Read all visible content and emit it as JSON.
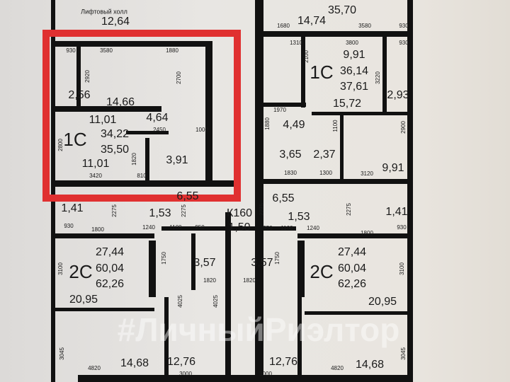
{
  "title": "Лифтовый холл",
  "hall_area": "12,64",
  "watermark": "#ЛичныйРиэлтор",
  "highlight_color": "#e03030",
  "top_apt": {
    "total": "35,70",
    "room": "14,74",
    "d1": "1680",
    "d2": "3580",
    "d3": "930"
  },
  "apt_left_1c": {
    "type": "1С",
    "living": "11,01",
    "area": "34,22",
    "area_total": "35,50",
    "room": "11,01",
    "balcony": "2,56",
    "kitchen": "14,66",
    "hall": "4,64",
    "bath": "3,91",
    "dims": [
      "930",
      "3580",
      "1880",
      "2920",
      "2700",
      "2450",
      "1000",
      "2800",
      "1820",
      "3420",
      "810"
    ]
  },
  "apt_right_1c": {
    "type": "1С",
    "living": "9,91",
    "area": "36,14",
    "area_total": "37,61",
    "kitchen": "15,72",
    "balcony": "2,93",
    "hall": "4,49",
    "bath": "3,65",
    "wc": "2,37",
    "room": "9,91",
    "dims": [
      "1310",
      "3800",
      "930",
      "3220",
      "2100",
      "1970",
      "1880",
      "1100",
      "1830",
      "1300",
      "3120",
      "2900"
    ]
  },
  "corridor": {
    "area_left": "6,55",
    "area_right": "6,55",
    "k": "К160",
    "k_area": "1,50"
  },
  "small_rooms": {
    "left_balcony": "1,41",
    "left_storage": "1,53",
    "right_storage": "1,53",
    "right_balcony": "1,41",
    "dims_left": [
      "2275",
      "930",
      "1800",
      "2275",
      "1240",
      "1100",
      "950"
    ],
    "dims_right": [
      "2275",
      "950",
      "1100",
      "1240",
      "2275",
      "1800",
      "930"
    ]
  },
  "apt_left_2c": {
    "type": "2С",
    "living": "27,44",
    "area": "60,04",
    "area_total": "62,26",
    "kitchen": "20,95",
    "bath": "3,57",
    "room1": "14,68",
    "room2": "12,76",
    "dims": [
      "3100",
      "1750",
      "1820",
      "3045",
      "4025",
      "4820",
      "3000"
    ]
  },
  "apt_right_2c": {
    "type": "2С",
    "living": "27,44",
    "area": "60,04",
    "area_total": "62,26",
    "kitchen": "20,95",
    "bath": "3,57",
    "room1": "14,68",
    "room2": "12,76",
    "dims": [
      "3100",
      "1750",
      "1820",
      "3045",
      "4025",
      "4820",
      "3000"
    ]
  }
}
